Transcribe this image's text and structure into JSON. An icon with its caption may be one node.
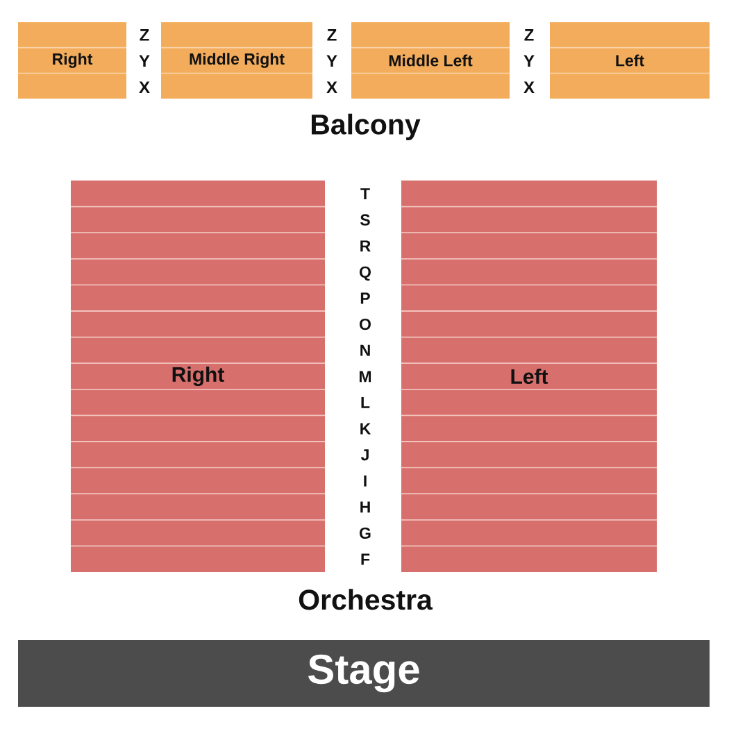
{
  "diagram": {
    "nodes": [
      {
        "text": [
          "Right"
        ]
      },
      {
        "text": [
          "Middle Right"
        ]
      },
      {
        "text": [
          "Middle Left"
        ]
      },
      {
        "text": [
          "Left"
        ]
      },
      {
        "text": [
          "Right"
        ]
      },
      {
        "text": [
          "Left"
        ]
      },
      {
        "text": [
          "Stage"
        ]
      }
    ],
    "labels": [
      "Z",
      "Y",
      "X",
      "Z",
      "Y",
      "X",
      "Z",
      "Y",
      "X",
      "Balcony",
      "T",
      "S",
      "R",
      "Q",
      "P",
      "O",
      "N",
      "M",
      "L",
      "K",
      "J",
      "I",
      "H",
      "G",
      "F",
      "Orchestra"
    ]
  }
}
